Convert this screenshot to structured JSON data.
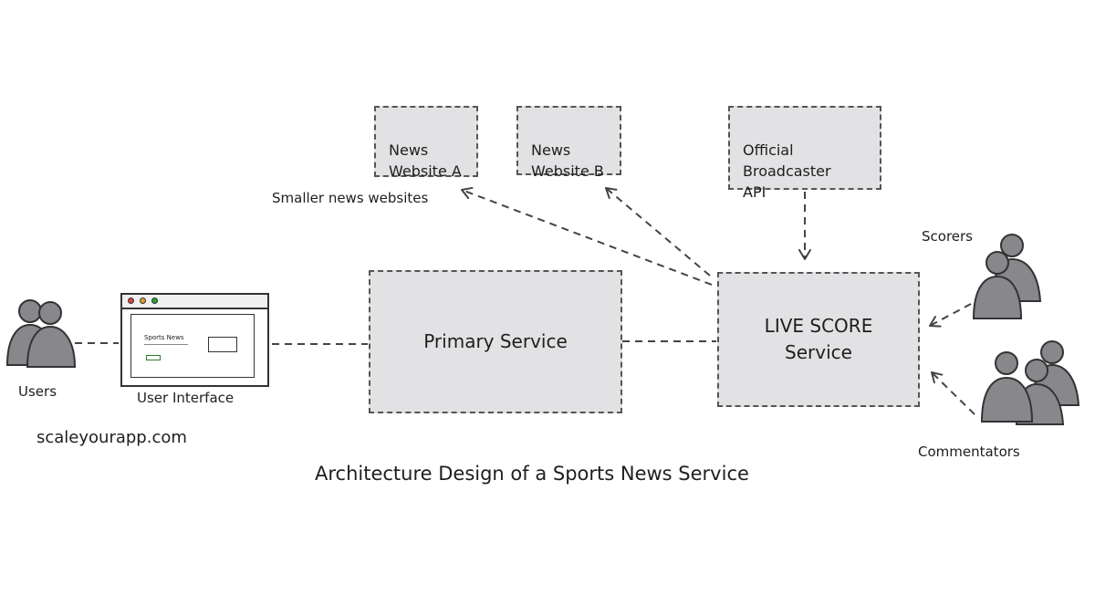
{
  "diagram": {
    "caption": "Architecture Design of a Sports News Service",
    "watermark": "scaleyourapp.com",
    "nodes": {
      "news_website_a": "News\nWebsite A",
      "news_website_b": "News\nWebsite B",
      "official_broadcaster_api": "Official\nBroadcaster\nAPI",
      "primary_service": "Primary Service",
      "live_score_service": "LIVE SCORE\nService"
    },
    "labels": {
      "smaller_news_websites": "Smaller news websites",
      "users": "Users",
      "user_interface": "User Interface",
      "scorers": "Scorers",
      "commentators": "Commentators"
    },
    "mockup": {
      "title": "Sports News"
    },
    "edges": [
      {
        "from": "users",
        "to": "user_interface",
        "style": "dashed"
      },
      {
        "from": "user_interface",
        "to": "primary_service",
        "style": "dashed"
      },
      {
        "from": "primary_service",
        "to": "live_score_service",
        "style": "dashed"
      },
      {
        "from": "live_score_service",
        "to": "smaller_news_websites",
        "style": "dashed-arrow"
      },
      {
        "from": "live_score_service",
        "to": "news_website_b",
        "style": "dashed-arrow"
      },
      {
        "from": "official_broadcaster_api",
        "to": "live_score_service",
        "style": "dashed-arrow"
      },
      {
        "from": "scorers",
        "to": "live_score_service",
        "style": "dashed-arrow"
      },
      {
        "from": "commentators",
        "to": "live_score_service",
        "style": "dashed-arrow"
      }
    ],
    "icons": [
      "person-group-icon",
      "browser-window-icon"
    ],
    "colors": {
      "box_fill": "#e2e2e4",
      "stroke": "#555555",
      "person_fill": "#88888c",
      "traffic_red": "#e0443e",
      "traffic_yellow": "#dea123",
      "traffic_green": "#1aab29"
    }
  }
}
